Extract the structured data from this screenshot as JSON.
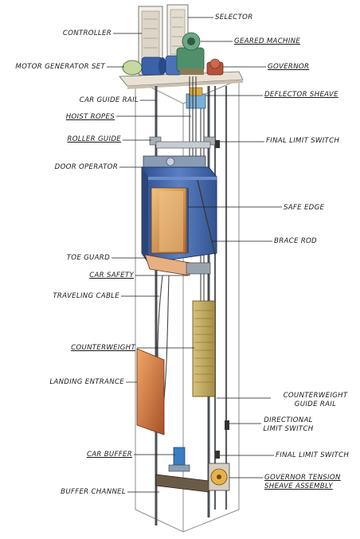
{
  "labels": {
    "selector": "SELECTOR",
    "controller": "CONTROLLER",
    "geared_machine": "GEARED MACHINE",
    "motor_generator_set": "MOTOR GENERATOR SET",
    "governor": "GOVERNOR",
    "car_guide_rail": "CAR GUIDE RAIL",
    "deflector_sheave": "DEFLECTOR SHEAVE",
    "hoist_ropes": "HOIST ROPES",
    "roller_guide": "ROLLER GUIDE",
    "final_limit_switch_top": "FINAL LIMIT SWITCH",
    "door_operator": "DOOR OPERATOR",
    "safe_edge": "SAFE EDGE",
    "brace_rod": "BRACE ROD",
    "toe_guard": "TOE GUARD",
    "car_safety": "CAR SAFETY",
    "traveling_cable": "TRAVELING CABLE",
    "counterweight": "COUNTERWEIGHT",
    "landing_entrance": "LANDING ENTRANCE",
    "counterweight_guide_rail_1": "COUNTERWEIGHT",
    "counterweight_guide_rail_2": "GUIDE RAIL",
    "directional_limit_switch_1": "DIRECTIONAL",
    "directional_limit_switch_2": "LIMIT SWITCH",
    "car_buffer": "CAR BUFFER",
    "final_limit_switch_bottom": "FINAL LIMIT SWITCH",
    "buffer_channel": "BUFFER CHANNEL",
    "governor_tension_1": "GOVERNOR TENSION",
    "governor_tension_2": "SHEAVE ASSEMBLY"
  },
  "colors": {
    "car_blue": "#4a6fb5",
    "car_blue_dark": "#2f4f8f",
    "door_orange": "#d98a3c",
    "landing_orange": "#d9763a",
    "machine_green": "#4f8f6a",
    "motor_blue": "#3b62a8",
    "governor_red": "#b5523a",
    "steel_grey": "#8a8f94",
    "rail_dark": "#4b4f54",
    "outline": "#3a3a3a"
  }
}
